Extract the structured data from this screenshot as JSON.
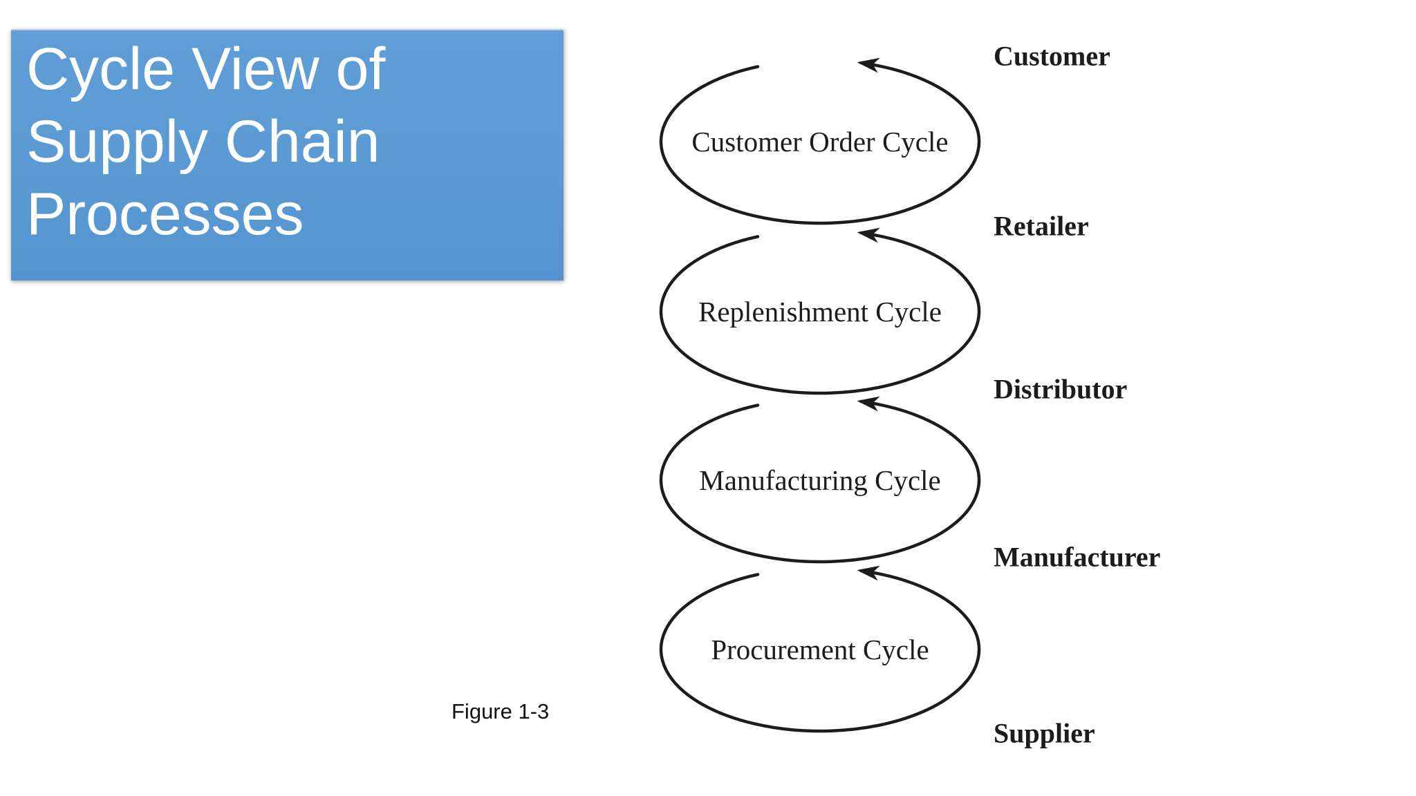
{
  "slide": {
    "title_lines": [
      "Cycle View of",
      "Supply Chain",
      "Processes"
    ],
    "figure_caption": "Figure 1-3"
  },
  "diagram": {
    "cycles": [
      {
        "label": "Customer Order Cycle"
      },
      {
        "label": "Replenishment Cycle"
      },
      {
        "label": "Manufacturing Cycle"
      },
      {
        "label": "Procurement Cycle"
      }
    ],
    "stages": [
      {
        "label": "Customer"
      },
      {
        "label": "Retailer"
      },
      {
        "label": "Distributor"
      },
      {
        "label": "Manufacturer"
      },
      {
        "label": "Supplier"
      }
    ],
    "colors": {
      "ink": "#1c1c1c",
      "title_bg": "#5b9ad3",
      "title_text": "#ffffff"
    }
  }
}
